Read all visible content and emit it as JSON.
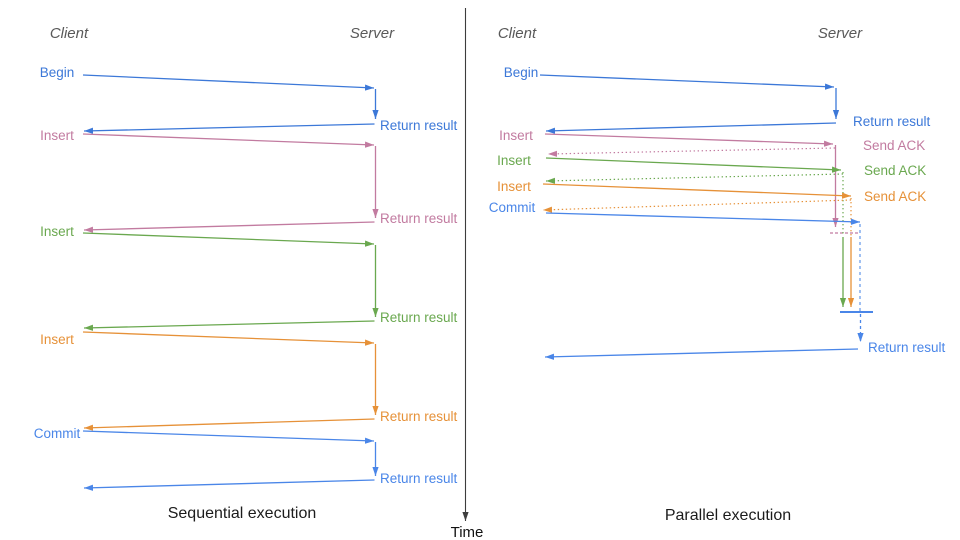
{
  "palette": {
    "blue": "#3c78d8",
    "brightBlue": "#4a86e8",
    "lightBlue": "#6d9eeb",
    "pink": "#c27ba0",
    "green": "#6aa84f",
    "orange": "#e69138",
    "gray": "#595959",
    "axisGray": "#3d3d3d"
  },
  "time_label": "Time",
  "left": {
    "title": "Sequential execution",
    "client": "Client",
    "server": "Server",
    "ops": [
      {
        "label": "Begin",
        "color": "#3c78d8",
        "response": "Return result"
      },
      {
        "label": "Insert",
        "color": "#c27ba0",
        "response": "Return result"
      },
      {
        "label": "Insert",
        "color": "#6aa84f",
        "response": "Return result"
      },
      {
        "label": "Insert",
        "color": "#e69138",
        "response": "Return result"
      },
      {
        "label": "Commit",
        "color": "#4a86e8",
        "response": "Return result"
      }
    ]
  },
  "right": {
    "title": "Parallel execution",
    "client": "Client",
    "server": "Server",
    "ops": [
      {
        "label": "Begin",
        "color": "#3c78d8",
        "response": "Return result"
      },
      {
        "label": "Insert",
        "color": "#c27ba0",
        "response": "Send ACK"
      },
      {
        "label": "Insert",
        "color": "#6aa84f",
        "response": "Send ACK"
      },
      {
        "label": "Insert",
        "color": "#e69138",
        "response": "Send ACK"
      },
      {
        "label": "Commit",
        "color": "#4a86e8",
        "response": "Return result"
      }
    ]
  }
}
